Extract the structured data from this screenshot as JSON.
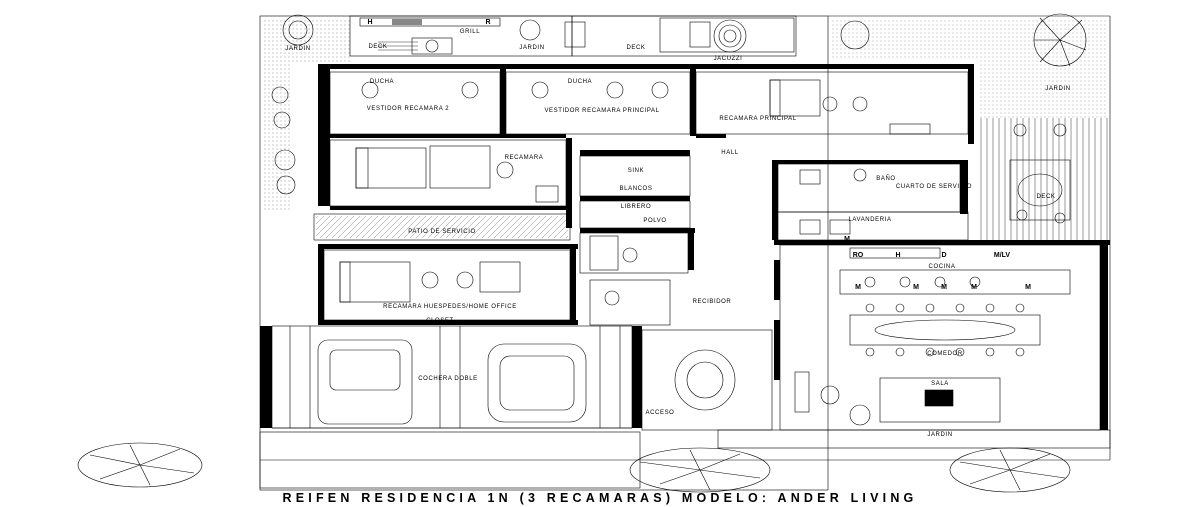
{
  "title": "REIFEN RESIDENCIA 1N (3 RECAMARAS) MODELO: ANDER LIVING",
  "labels": {
    "jardin_top_left": "JARDIN",
    "grill": "GRILL",
    "deck_top_left": "DECK",
    "jardin_top_mid": "JARDIN",
    "deck_top_mid": "DECK",
    "jacuzzi": "JACUZZI",
    "jardin_right": "JARDIN",
    "deck_right": "DECK",
    "vestidor_2": "VESTIDOR RECAMARA 2",
    "vestidor_principal": "VESTIDOR RECAMARA PRINCIPAL",
    "recamara_principal": "RECAMARA PRINCIPAL",
    "ducha_1": "DUCHA",
    "ducha_2": "DUCHA",
    "hall": "HALL",
    "recamara_2": "RECAMARA",
    "sink": "SINK",
    "blancos": "BLANCOS",
    "librero": "LIBRERO",
    "polvo": "POLVO",
    "bano_servicio": "BAÑO",
    "cuarto_servicio": "CUARTO DE SERVICIO",
    "lavanderia": "LAVANDERIA",
    "patio_servicio": "PATIO DE SERVICIO",
    "recamara_3": "RECAMARA HUESPEDES/HOME OFFICE",
    "closet": "CLOSET",
    "recibidor": "RECIBIDOR",
    "cochera": "COCHERA DOBLE",
    "acceso": "ACCESO",
    "cocina": "COCINA",
    "comedor": "COMEDOR",
    "sala": "SALA",
    "jardin_front": "JARDIN"
  },
  "keys": {
    "h_left": "H",
    "r_left": "R",
    "m_1": "M",
    "m_2": "M",
    "m_3": "M",
    "m_4": "M",
    "m_5": "M",
    "m_6": "M",
    "ro": "RO",
    "h_kitchen": "H",
    "d_kitchen": "D",
    "mlv": "M/LV"
  }
}
